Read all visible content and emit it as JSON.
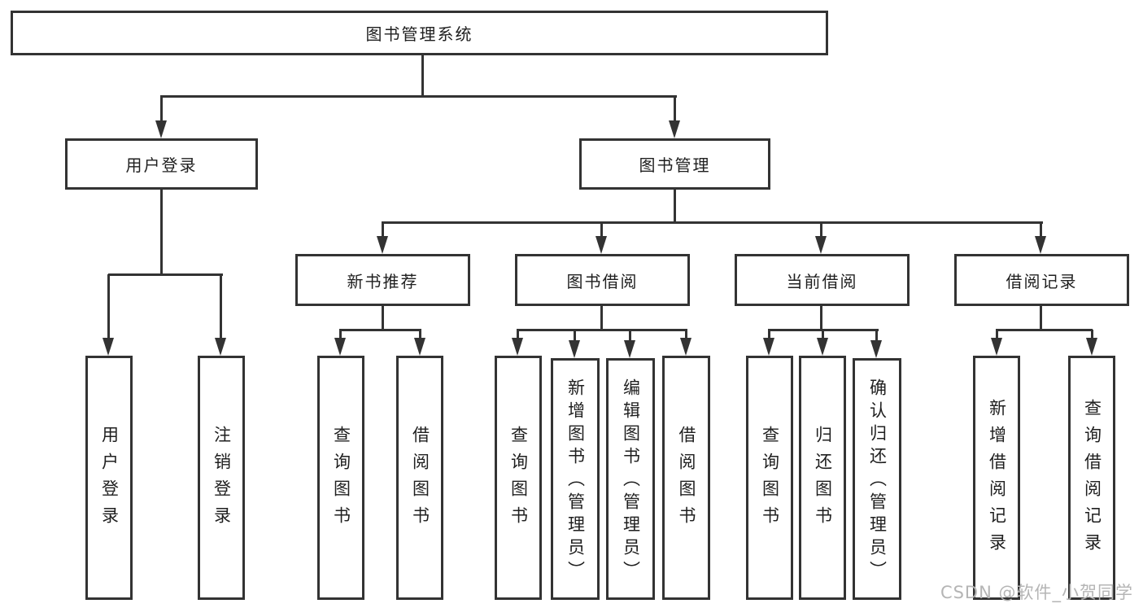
{
  "diagram": {
    "root": {
      "label": "图书管理系统"
    },
    "branches": {
      "user_login": {
        "label": "用户登录"
      },
      "book_management": {
        "label": "图书管理"
      }
    },
    "modules": {
      "new_book_recommend": {
        "label": "新书推荐"
      },
      "book_borrow": {
        "label": "图书借阅"
      },
      "current_borrow": {
        "label": "当前借阅"
      },
      "borrow_record": {
        "label": "借阅记录"
      }
    },
    "leaves": {
      "user_login": {
        "label": "用户登录"
      },
      "logout": {
        "label": "注销登录"
      },
      "recommend_query_book": {
        "label": "查询图书"
      },
      "recommend_borrow_book": {
        "label": "借阅图书"
      },
      "borrow_query_book": {
        "label": "查询图书"
      },
      "borrow_add_book": {
        "label": "新增图书（管理员）"
      },
      "borrow_edit_book": {
        "label": "编辑图书（管理员）"
      },
      "borrow_borrow_book": {
        "label": "借阅图书"
      },
      "current_query_book": {
        "label": "查询图书"
      },
      "current_return_book": {
        "label": "归还图书"
      },
      "current_confirm_return": {
        "label": "确认归还（管理员）"
      },
      "record_add_record": {
        "label": "新增借阅记录"
      },
      "record_query_record": {
        "label": "查询借阅记录"
      }
    }
  },
  "watermark": {
    "text": "CSDN @软件_小贺同学"
  },
  "colors": {
    "line": "#333333",
    "text": "#1f1f1f",
    "bg": "#ffffff",
    "watermark": "#b5b5b5"
  }
}
